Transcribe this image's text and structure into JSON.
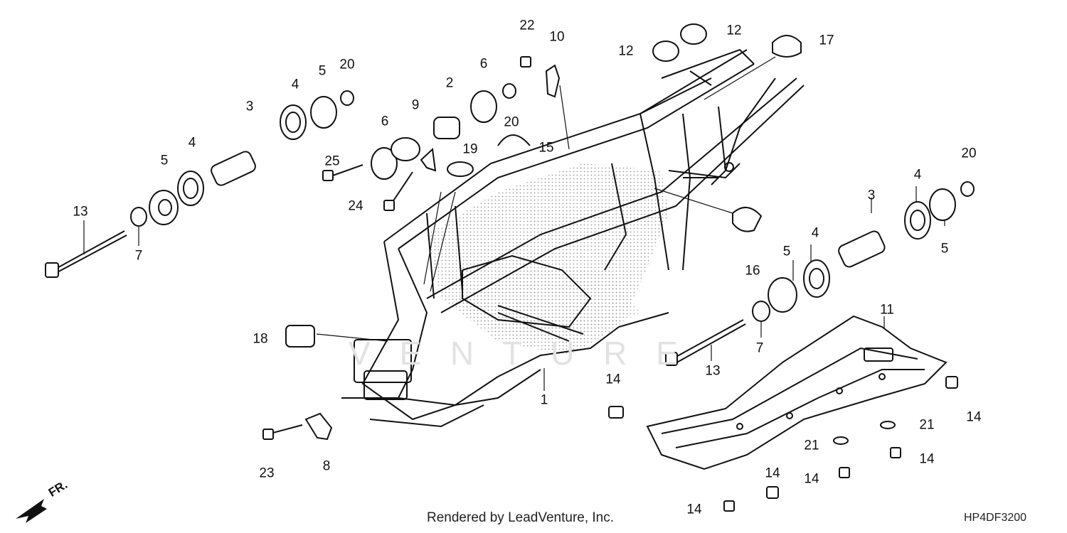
{
  "callouts": [
    {
      "id": "c-22",
      "text": "22"
    },
    {
      "id": "c-10",
      "text": "10"
    },
    {
      "id": "c-12a",
      "text": "12"
    },
    {
      "id": "c-12b",
      "text": "12"
    },
    {
      "id": "c-17",
      "text": "17"
    },
    {
      "id": "c-20a",
      "text": "20"
    },
    {
      "id": "c-5a",
      "text": "5"
    },
    {
      "id": "c-4a",
      "text": "4"
    },
    {
      "id": "c-3a",
      "text": "3"
    },
    {
      "id": "c-6a",
      "text": "6"
    },
    {
      "id": "c-2",
      "text": "2"
    },
    {
      "id": "c-20b",
      "text": "20"
    },
    {
      "id": "c-9",
      "text": "9"
    },
    {
      "id": "c-6b",
      "text": "6"
    },
    {
      "id": "c-19",
      "text": "19"
    },
    {
      "id": "c-15",
      "text": "15"
    },
    {
      "id": "c-25",
      "text": "25"
    },
    {
      "id": "c-24",
      "text": "24"
    },
    {
      "id": "c-5b",
      "text": "5"
    },
    {
      "id": "c-4b",
      "text": "4"
    },
    {
      "id": "c-13a",
      "text": "13"
    },
    {
      "id": "c-7a",
      "text": "7"
    },
    {
      "id": "c-20c",
      "text": "20"
    },
    {
      "id": "c-4c",
      "text": "4"
    },
    {
      "id": "c-3b",
      "text": "3"
    },
    {
      "id": "c-5c",
      "text": "5"
    },
    {
      "id": "c-16",
      "text": "16"
    },
    {
      "id": "c-4d",
      "text": "4"
    },
    {
      "id": "c-5d",
      "text": "5"
    },
    {
      "id": "c-11",
      "text": "11"
    },
    {
      "id": "c-18",
      "text": "18"
    },
    {
      "id": "c-7b",
      "text": "7"
    },
    {
      "id": "c-13b",
      "text": "13"
    },
    {
      "id": "c-1",
      "text": "1"
    },
    {
      "id": "c-14a",
      "text": "14"
    },
    {
      "id": "c-14b",
      "text": "14"
    },
    {
      "id": "c-21a",
      "text": "21"
    },
    {
      "id": "c-21b",
      "text": "21"
    },
    {
      "id": "c-14c",
      "text": "14"
    },
    {
      "id": "c-14d",
      "text": "14"
    },
    {
      "id": "c-14e",
      "text": "14"
    },
    {
      "id": "c-14f",
      "text": "14"
    },
    {
      "id": "c-23",
      "text": "23"
    },
    {
      "id": "c-8",
      "text": "8"
    }
  ],
  "direction_label": "FR.",
  "credit": "Rendered by LeadVenture, Inc.",
  "diagram_code": "HP4DF3200",
  "watermark": "V E N T U R E",
  "colors": {
    "ink": "#111111",
    "stipple": "#b8b8b8",
    "background": "#ffffff"
  }
}
